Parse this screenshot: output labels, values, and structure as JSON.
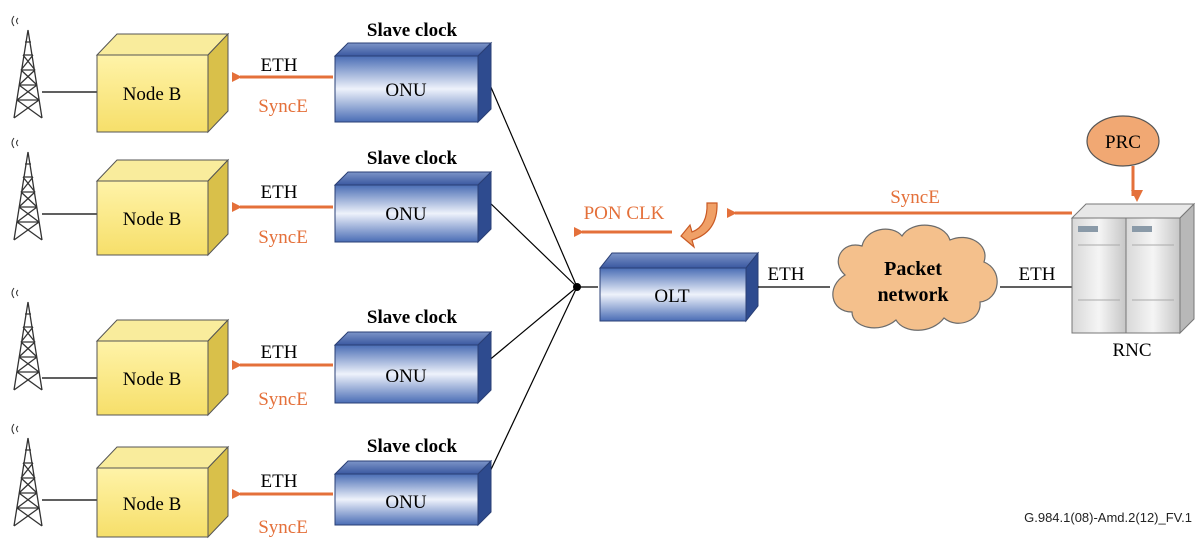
{
  "diagram": {
    "prc_label": "PRC",
    "rnc_label": "RNC",
    "olt_label": "OLT",
    "cloud_label_line1": "Packet",
    "cloud_label_line2": "network",
    "olt_rnc_eth_left": "ETH",
    "olt_rnc_eth_right": "ETH",
    "synce_top": "SyncE",
    "pon_clk": "PON CLK",
    "figure_id": "G.984.1(08)-Amd.2(12)_FV.1",
    "branches": [
      {
        "slave_label": "Slave clock",
        "onu_label": "ONU",
        "node_label": "Node B",
        "eth_label": "ETH",
        "synce_label": "SyncE"
      },
      {
        "slave_label": "Slave clock",
        "onu_label": "ONU",
        "node_label": "Node B",
        "eth_label": "ETH",
        "synce_label": "SyncE"
      },
      {
        "slave_label": "Slave clock",
        "onu_label": "ONU",
        "node_label": "Node B",
        "eth_label": "ETH",
        "synce_label": "SyncE"
      },
      {
        "slave_label": "Slave clock",
        "onu_label": "ONU",
        "node_label": "Node B",
        "eth_label": "ETH",
        "synce_label": "SyncE"
      }
    ]
  },
  "colors": {
    "accent_orange": "#E4703A",
    "box_blue": "#3E5FA8",
    "box_yellow": "#F7E27B",
    "cloud_fill": "#F4C08C",
    "prc_fill": "#F1A873"
  }
}
